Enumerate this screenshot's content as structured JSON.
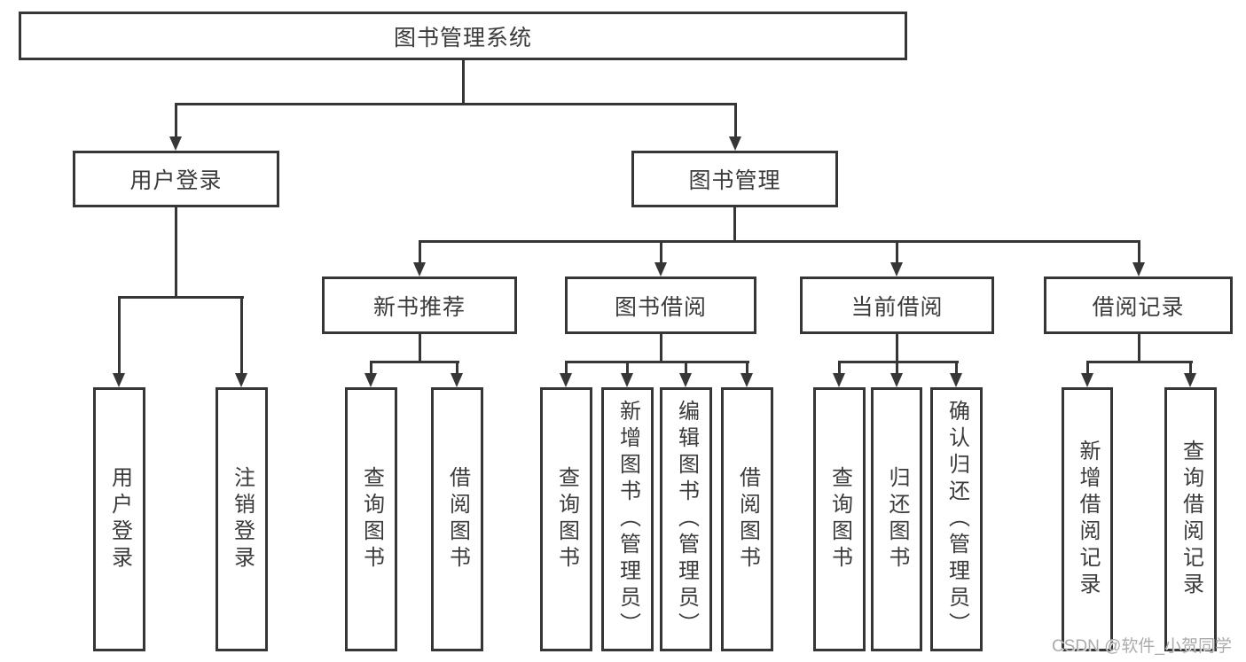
{
  "diagram": {
    "root": {
      "label": "图书管理系统"
    },
    "level2": [
      {
        "label": "用户登录"
      },
      {
        "label": "图书管理"
      }
    ],
    "level3": [
      {
        "label": "新书推荐",
        "parent": "图书管理"
      },
      {
        "label": "图书借阅",
        "parent": "图书管理"
      },
      {
        "label": "当前借阅",
        "parent": "图书管理"
      },
      {
        "label": "借阅记录",
        "parent": "图书管理"
      }
    ],
    "leaves": [
      {
        "label": "用户登录",
        "parent": "用户登录"
      },
      {
        "label": "注销登录",
        "parent": "用户登录"
      },
      {
        "label": "查询图书",
        "parent": "新书推荐"
      },
      {
        "label": "借阅图书",
        "parent": "新书推荐"
      },
      {
        "label": "查询图书",
        "parent": "图书借阅"
      },
      {
        "label": "新增图书（管理员）",
        "parent": "图书借阅"
      },
      {
        "label": "编辑图书（管理员）",
        "parent": "图书借阅"
      },
      {
        "label": "借阅图书",
        "parent": "图书借阅"
      },
      {
        "label": "查询图书",
        "parent": "当前借阅"
      },
      {
        "label": "归还图书",
        "parent": "当前借阅"
      },
      {
        "label": "确认归还（管理员）",
        "parent": "当前借阅"
      },
      {
        "label": "新增借阅记录",
        "parent": "借阅记录"
      },
      {
        "label": "查询借阅记录",
        "parent": "借阅记录"
      }
    ],
    "watermark": "CSDN @软件_小贺同学",
    "colors": {
      "line": "#363636",
      "text": "#3b3b3b",
      "background": "#ffffff",
      "watermark": "#ababab"
    }
  }
}
